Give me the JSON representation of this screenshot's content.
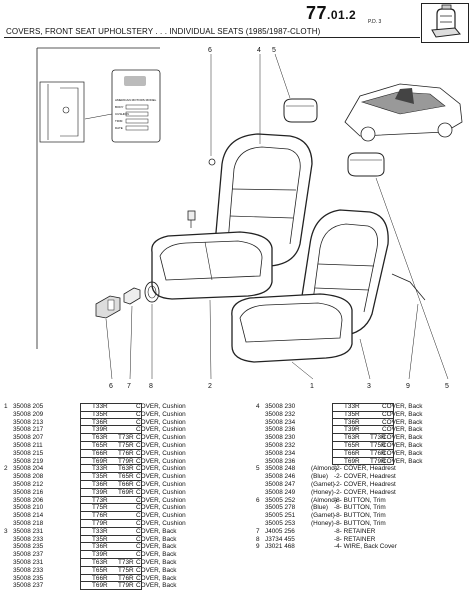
{
  "header": {
    "page_number_main": "77",
    "page_number_sub": ".01.2",
    "page_code": "P.D. 3",
    "title": "COVERS, FRONT SEAT UPHOLSTERY . . . INDIVIDUAL SEATS (1985/1987-CLOTH)"
  },
  "diagram": {
    "callouts": [
      "6",
      "4",
      "5",
      "6",
      "7",
      "8",
      "2",
      "1",
      "3",
      "9",
      "5"
    ],
    "tag_card": {
      "heading": "AMERICAN MOTORS MODEL",
      "rows": [
        "BODY",
        "CUSHION",
        "TRIM",
        "DATE"
      ]
    }
  },
  "parts_left": [
    {
      "ref": "1",
      "num": "35008 205",
      "c1": "T33R",
      "c2": "",
      "desc": "COVER, Cushion"
    },
    {
      "ref": "",
      "num": "35008 209",
      "c1": "T35R",
      "c2": "",
      "desc": "COVER, Cushion"
    },
    {
      "ref": "",
      "num": "35008 213",
      "c1": "T36R",
      "c2": "",
      "desc": "COVER, Cushion"
    },
    {
      "ref": "",
      "num": "35008 217",
      "c1": "T39R",
      "c2": "",
      "desc": "COVER, Cushion"
    },
    {
      "ref": "",
      "num": "35008 207",
      "c1": "T63R",
      "c2": "T73R",
      "desc": "COVER, Cushion"
    },
    {
      "ref": "",
      "num": "35008 211",
      "c1": "T65R",
      "c2": "T75R",
      "desc": "COVER, Cushion"
    },
    {
      "ref": "",
      "num": "35008 215",
      "c1": "T66R",
      "c2": "T76R",
      "desc": "COVER, Cushion"
    },
    {
      "ref": "",
      "num": "35008 219",
      "c1": "T69R",
      "c2": "T79R",
      "desc": "COVER, Cushion"
    },
    {
      "ref": "2",
      "num": "35008 204",
      "c1": "T33R",
      "c2": "T63R",
      "desc": "COVER, Cushion"
    },
    {
      "ref": "",
      "num": "35008 208",
      "c1": "T35R",
      "c2": "T65R",
      "desc": "COVER, Cushion"
    },
    {
      "ref": "",
      "num": "35008 212",
      "c1": "T36R",
      "c2": "T66R",
      "desc": "COVER, Cushion"
    },
    {
      "ref": "",
      "num": "35008 216",
      "c1": "T39R",
      "c2": "T69R",
      "desc": "COVER, Cushion"
    },
    {
      "ref": "",
      "num": "35008 206",
      "c1": "T73R",
      "c2": "",
      "desc": "COVER, Cushion"
    },
    {
      "ref": "",
      "num": "35008 210",
      "c1": "T75R",
      "c2": "",
      "desc": "COVER, Cushion"
    },
    {
      "ref": "",
      "num": "35008 214",
      "c1": "T76R",
      "c2": "",
      "desc": "COVER, Cushion"
    },
    {
      "ref": "",
      "num": "35008 218",
      "c1": "T79R",
      "c2": "",
      "desc": "COVER, Cushion"
    },
    {
      "ref": "3",
      "num": "35008 231",
      "c1": "T33R",
      "c2": "",
      "desc": "COVER, Back"
    },
    {
      "ref": "",
      "num": "35008 233",
      "c1": "T35R",
      "c2": "",
      "desc": "COVER, Back"
    },
    {
      "ref": "",
      "num": "35008 235",
      "c1": "T36R",
      "c2": "",
      "desc": "COVER, Back"
    },
    {
      "ref": "",
      "num": "35008 237",
      "c1": "T39R",
      "c2": "",
      "desc": "COVER, Back"
    },
    {
      "ref": "",
      "num": "35008 231",
      "c1": "T63R",
      "c2": "T73R",
      "desc": "COVER, Back"
    },
    {
      "ref": "",
      "num": "35008 233",
      "c1": "T65R",
      "c2": "T75R",
      "desc": "COVER, Back"
    },
    {
      "ref": "",
      "num": "35008 235",
      "c1": "T66R",
      "c2": "T76R",
      "desc": "COVER, Back"
    },
    {
      "ref": "",
      "num": "35008 237",
      "c1": "T69R",
      "c2": "T79R",
      "desc": "COVER, Back"
    }
  ],
  "parts_right": [
    {
      "ref": "4",
      "num": "35008 230",
      "c1": "T33R",
      "c2": "",
      "desc": "COVER, Back"
    },
    {
      "ref": "",
      "num": "35008 232",
      "c1": "T35R",
      "c2": "",
      "desc": "COVER, Back"
    },
    {
      "ref": "",
      "num": "35008 234",
      "c1": "T36R",
      "c2": "",
      "desc": "COVER, Back"
    },
    {
      "ref": "",
      "num": "35008 236",
      "c1": "T39R",
      "c2": "",
      "desc": "COVER, Back"
    },
    {
      "ref": "",
      "num": "35008 230",
      "c1": "T63R",
      "c2": "T73R",
      "desc": "COVER, Back"
    },
    {
      "ref": "",
      "num": "35008 232",
      "c1": "T65R",
      "c2": "T75R",
      "desc": "COVER, Back"
    },
    {
      "ref": "",
      "num": "35008 234",
      "c1": "T66R",
      "c2": "T76R",
      "desc": "COVER, Back"
    },
    {
      "ref": "",
      "num": "35008 236",
      "c1": "T69R",
      "c2": "T79R",
      "desc": "COVER, Back"
    },
    {
      "ref": "5",
      "num": "35008 248",
      "c1": "(Almond)",
      "c2": "",
      "desc": "-2- COVER, Headrest"
    },
    {
      "ref": "",
      "num": "35008 246",
      "c1": "(Blue)",
      "c2": "",
      "desc": "-2- COVER, Headrest"
    },
    {
      "ref": "",
      "num": "35008 247",
      "c1": "(Garnet)",
      "c2": "",
      "desc": "-2- COVER, Headrest"
    },
    {
      "ref": "",
      "num": "35008 249",
      "c1": "(Honey)",
      "c2": "",
      "desc": "-2- COVER, Headrest"
    },
    {
      "ref": "6",
      "num": "35005 252",
      "c1": "(Almond)",
      "c2": "",
      "desc": "-8- BUTTON, Trim"
    },
    {
      "ref": "",
      "num": "35005 278",
      "c1": "(Blue)",
      "c2": "",
      "desc": "-8- BUTTON, Trim"
    },
    {
      "ref": "",
      "num": "35005 251",
      "c1": "(Garnet)",
      "c2": "",
      "desc": "-8- BUTTON, Trim"
    },
    {
      "ref": "",
      "num": "35005 253",
      "c1": "(Honey)",
      "c2": "",
      "desc": "-8- BUTTON, Trim"
    },
    {
      "ref": "7",
      "num": "J4005 256",
      "c1": "",
      "c2": "",
      "desc": "-8- RETAINER"
    },
    {
      "ref": "8",
      "num": "J3734 455",
      "c1": "",
      "c2": "",
      "desc": "-8- RETAINER"
    },
    {
      "ref": "9",
      "num": "J3021 468",
      "c1": "",
      "c2": "",
      "desc": "-4- WIRE, Back Cover"
    }
  ]
}
